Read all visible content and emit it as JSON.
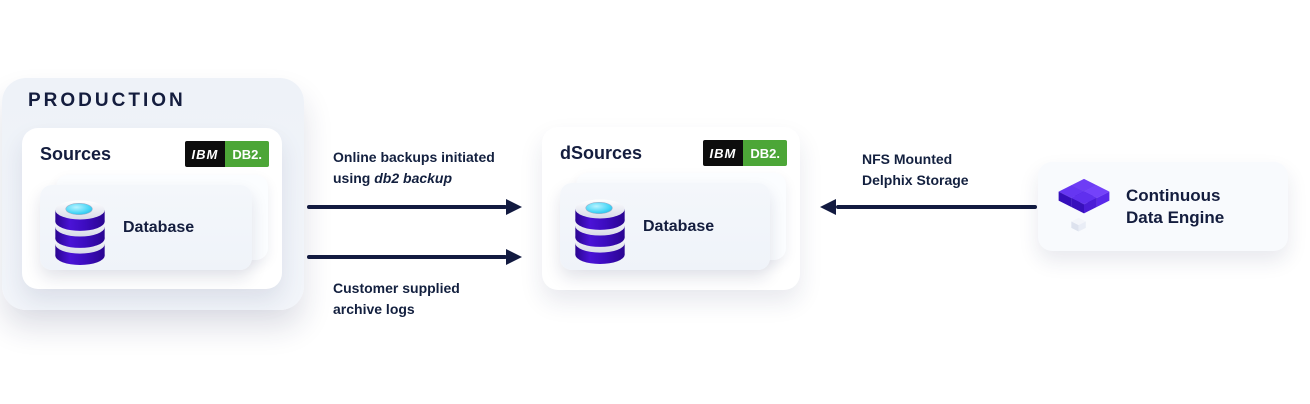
{
  "production": {
    "title": "PRODUCTION"
  },
  "sources": {
    "title": "Sources",
    "database_label": "Database"
  },
  "dsources": {
    "title": "dSources",
    "database_label": "Database"
  },
  "badge": {
    "ibm": "IBM",
    "db2": "DB2."
  },
  "cde": {
    "line1": "Continuous",
    "line2": "Data Engine"
  },
  "arrow1": {
    "line1": "Online backups initiated",
    "line2_prefix": "using",
    "line2_em": "db2 backup",
    "direction": "right"
  },
  "arrow2": {
    "line1": "Customer supplied",
    "line2": "archive logs",
    "direction": "right"
  },
  "arrow3": {
    "line1": "NFS Mounted",
    "line2": "Delphix Storage",
    "direction": "left"
  },
  "icons": {
    "database": "database-cylinder-icon",
    "delphix": "delphix-cubes-icon",
    "ibm": "ibm-wordmark",
    "db2": "db2-badge"
  },
  "colors": {
    "navy_text_arrow": "#141d3e",
    "db2_green": "#4ca637",
    "badge_black": "#0d0d0d",
    "production_bg": "#eef2f8",
    "database_purple": "#3c0ec4",
    "database_cyan": "#47d6f7",
    "delphix_purple": "#5222e2",
    "card_white": "#ffffff",
    "stack_card_bg": "#f3f6fa",
    "cde_card_bg": "#f8fafd"
  }
}
